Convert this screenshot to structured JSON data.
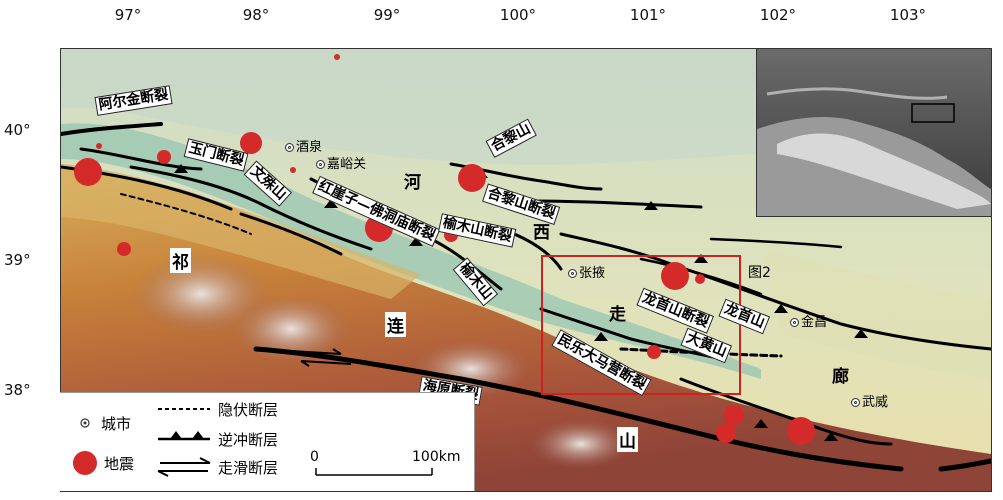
{
  "axes": {
    "longitudes": [
      "97°",
      "98°",
      "99°",
      "100°",
      "101°",
      "102°",
      "103°"
    ],
    "latitudes": [
      "40°",
      "39°",
      "38°"
    ]
  },
  "faults": [
    {
      "name": "阿尔金断裂"
    },
    {
      "name": "玉门断裂"
    },
    {
      "name": "文殊山"
    },
    {
      "name": "红崖子—佛洞庙断裂"
    },
    {
      "name": "合黎山"
    },
    {
      "name": "合黎山断裂"
    },
    {
      "name": "榆木山断裂"
    },
    {
      "name": "榆木山"
    },
    {
      "name": "龙首山断裂"
    },
    {
      "name": "龙首山"
    },
    {
      "name": "大黄山"
    },
    {
      "name": "民乐大马营断裂"
    },
    {
      "name": "海原断裂"
    }
  ],
  "regions": {
    "qi": "祁",
    "lian": "连",
    "shan": "山",
    "he": "河",
    "xi": "西",
    "zou": "走",
    "lang": "廊"
  },
  "cities": [
    {
      "name": "酒泉"
    },
    {
      "name": "嘉峪关"
    },
    {
      "name": "张掖"
    },
    {
      "name": "金昌"
    },
    {
      "name": "武威"
    }
  ],
  "figure_label": "图2",
  "earthquakes": [
    {
      "size": "large"
    },
    {
      "size": "large"
    },
    {
      "size": "large"
    },
    {
      "size": "large"
    },
    {
      "size": "large"
    },
    {
      "size": "large"
    },
    {
      "size": "large"
    },
    {
      "size": "medium"
    },
    {
      "size": "medium"
    },
    {
      "size": "medium"
    },
    {
      "size": "medium"
    },
    {
      "size": "medium"
    },
    {
      "size": "small"
    },
    {
      "size": "small"
    },
    {
      "size": "small"
    },
    {
      "size": "small"
    }
  ],
  "legend": {
    "city": "城市",
    "earthquake": "地震",
    "concealed_fault": "隐伏断层",
    "thrust_fault": "逆冲断层",
    "strike_slip_fault": "走滑断层",
    "scale_start": "0",
    "scale_end": "100km"
  },
  "colors": {
    "earthquake": "#d42a2a",
    "study_box": "#d02020",
    "fault": "#000000"
  }
}
